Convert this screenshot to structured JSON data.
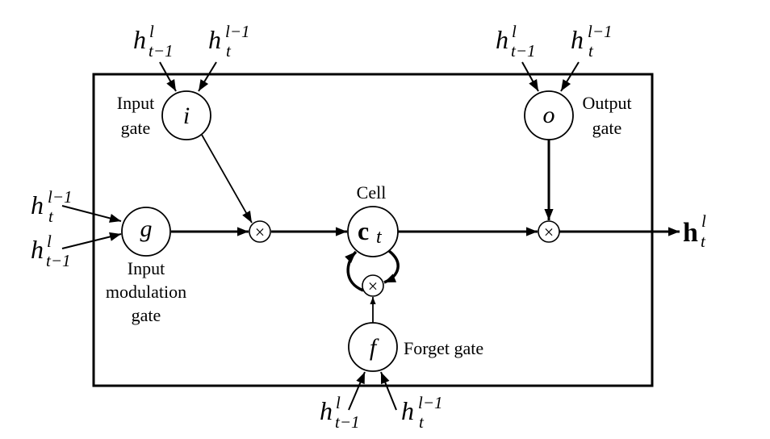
{
  "diagram": {
    "title": "LSTM memory cell",
    "gates": {
      "input": {
        "symbol": "i",
        "label_line1": "Input",
        "label_line2": "gate"
      },
      "output": {
        "symbol": "o",
        "label_line1": "Output",
        "label_line2": "gate"
      },
      "modulation": {
        "symbol": "g",
        "label_line1": "Input",
        "label_line2": "modulation",
        "label_line3": "gate"
      },
      "forget": {
        "symbol": "f",
        "label": "Forget gate"
      },
      "cell": {
        "symbol_main": "c",
        "symbol_sub": "t",
        "label": "Cell"
      }
    },
    "multiply_symbol": "×",
    "inputs": {
      "h_prev_time": {
        "base": "h",
        "sup": "l",
        "sub": "t−1"
      },
      "h_prev_layer": {
        "base": "h",
        "sup": "l−1",
        "sub": "t"
      }
    },
    "output": {
      "base": "h",
      "sup": "l",
      "sub": "t"
    }
  }
}
